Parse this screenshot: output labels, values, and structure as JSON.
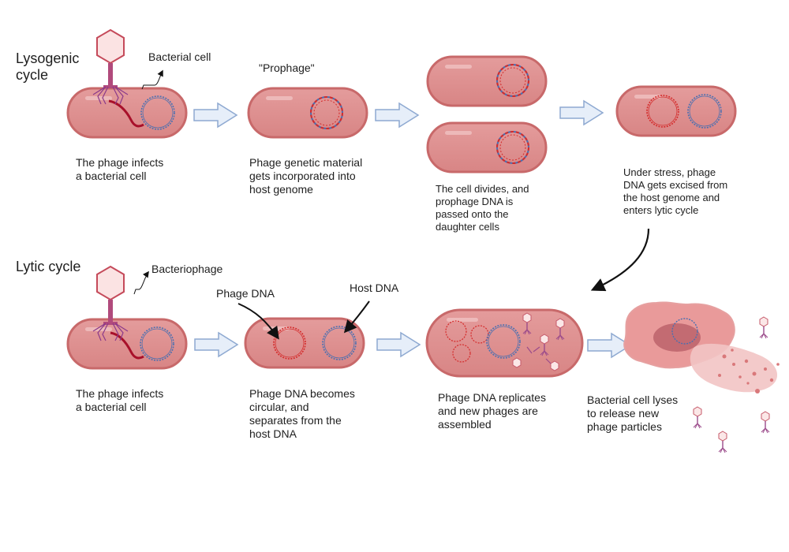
{
  "lysogenic": {
    "title_line1": "Lysogenic",
    "title_line2": "cycle",
    "callout_bacterial_cell": "Bacterial cell",
    "prophage_label": "\"Prophage\"",
    "step1": [
      "The phage infects",
      "a bacterial cell"
    ],
    "step2": [
      "Phage genetic material",
      "gets incorporated into",
      "host genome"
    ],
    "step3": [
      "The cell divides, and",
      "prophage DNA is",
      "passed onto the",
      "daughter cells"
    ],
    "step4": [
      "Under stress, phage",
      "DNA gets excised from",
      "the host genome and",
      "enters lytic cycle"
    ]
  },
  "lytic": {
    "title": "Lytic cycle",
    "callout_bacteriophage": "Bacteriophage",
    "callout_phage_dna": "Phage DNA",
    "callout_host_dna": "Host DNA",
    "step1": [
      "The phage infects",
      "a bacterial cell"
    ],
    "step2": [
      "Phage DNA becomes",
      "circular, and",
      "separates from the",
      "host DNA"
    ],
    "step3": [
      "Phage DNA replicates",
      "and new phages are",
      "assembled"
    ],
    "step4": [
      "Bacterial cell lyses",
      "to release new",
      "phage particles"
    ]
  },
  "colors": {
    "cell_fill": "#dd8f8f",
    "cell_stroke": "#c96a6a",
    "phage_dna": "#d42a2a",
    "host_dna": "#4a6fb0",
    "arrow_fill": "#e3ecf8",
    "arrow_stroke": "#8aa6cf",
    "phage_body": "#a2486f"
  }
}
